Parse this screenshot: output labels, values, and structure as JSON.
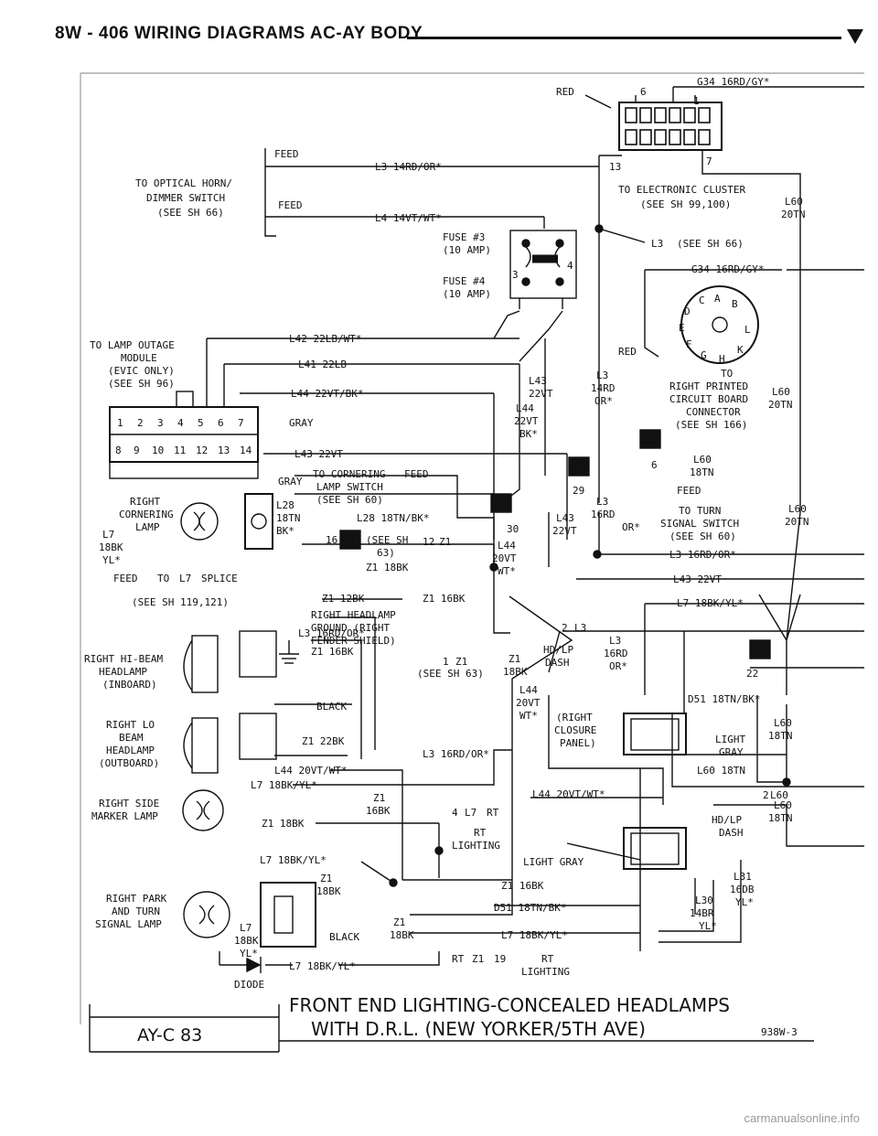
{
  "header": {
    "title": "8W - 406   WIRING DIAGRAMS AC-AY BODY"
  },
  "labels": {
    "g34_top": "G34 16RD/GY*",
    "red_top": "RED",
    "pin6": "6",
    "pin1": "1",
    "pin13": "13",
    "pin7": "7",
    "feed1": "FEED",
    "l3_wire": "L3 14RD/OR*",
    "feed2": "FEED",
    "l4_wire": "L4 14VT/WT*",
    "optical1": "TO OPTICAL HORN/",
    "optical2": "DIMMER SWITCH",
    "optical3": "(SEE SH 66)",
    "elec1": "TO ELECTRONIC CLUSTER",
    "elec2": "(SEE SH 99,100)",
    "l60a": "L60",
    "l60a2": "20TN",
    "fuse3a": "FUSE #3",
    "fuse3b": "(10 AMP)",
    "fuse4a": "FUSE #4",
    "fuse4b": "(10 AMP)",
    "f3": "3",
    "f4": "4",
    "l3see": "(SEE SH 66)",
    "l3tag": "L3",
    "g34_mid": "G34 16RD/GY*",
    "lamp1": "TO LAMP OUTAGE",
    "lamp2": "MODULE",
    "lamp3": "(EVIC ONLY)",
    "lamp4": "(SEE SH 96)",
    "l42": "L42 22LB/WT*",
    "l41": "L41 22LB",
    "l44a": "L44 22VT/BK*",
    "gray1": "GRAY",
    "l43": "L43 22VT",
    "red_mid": "RED",
    "l43b1": "L43",
    "l43b2": "22VT",
    "l3b1": "L3",
    "l3b2": "14RD",
    "l3b3": "OR*",
    "l44b1": "L44",
    "l44b2": "22VT",
    "l44b3": "BK*",
    "rp1": "TO",
    "rp2": "RIGHT PRINTED",
    "rp3": "CIRCUIT BOARD",
    "rp4": "CONNECTOR",
    "rp5": "(SEE SH 166)",
    "l60b": "L60",
    "l60b2": "20TN",
    "pins_top": [
      "1",
      "2",
      "3",
      "4",
      "5",
      "6",
      "7"
    ],
    "pins_bot": [
      "8",
      "9",
      "10",
      "11",
      "12",
      "13",
      "14"
    ],
    "corn1": "TO CORNERING",
    "corn2": "LAMP SWITCH",
    "corn3": "(SEE SH 60)",
    "feed3": "FEED",
    "gray2": "GRAY",
    "l28a": "L28",
    "l28b": "18TN",
    "l28c": "BK*",
    "l28w": "L28 18TN/BK*",
    "sh12a": "16",
    "sh12b": "(SEE SH",
    "sh12c": "63)",
    "z1_18bk": "Z1 18BK",
    "rc1": "RIGHT",
    "rc2": "CORNERING",
    "rc3": "LAMP",
    "l7a": "L7",
    "l7b": "18BK",
    "l7c": "YL*",
    "feed4": "FEED",
    "to": "TO",
    "splice": "SPLICE",
    "see119": "(SEE SH 119,121)",
    "pin29": "29",
    "pin30": "30",
    "pin6b": "6",
    "l60c": "L60",
    "l60c2": "18TN",
    "feed5": "FEED",
    "turn1": "TO TURN",
    "turn2": "SIGNAL SWITCH",
    "turn3": "(SEE SH 60)",
    "l60d": "L60",
    "l60d2": "20TN",
    "l3c1": "L3",
    "l3c2": "16RD",
    "l3c3": "OR*",
    "l43c1": "L43",
    "l43c2": "22VT",
    "l44c1": "L44",
    "l44c2": "20VT",
    "l44c3": "WT*",
    "l3_16": "L3 16RD/OR*",
    "l43_22": "L43 22VT",
    "l7_18": "L7 18BK/YL*",
    "z1_12bk": "Z1 12BK",
    "z1_16bk": "Z1 16BK",
    "gnd1": "RIGHT HEADLAMP",
    "gnd2": "GROUND (RIGHT",
    "gnd3": "FENDER SHIELD)",
    "hd1": "HD/LP",
    "hd2": "DASH",
    "l3d1": "L3",
    "l3d2": "16RD",
    "l3d3": "OR*",
    "z1b1": "Z1",
    "z1b2": "18BK",
    "see63": "(SEE SH 63)",
    "pin22": "22",
    "hb1": "RIGHT HI-BEAM",
    "hb2": "HEADLAMP",
    "hb3": "(INBOARD)",
    "l3_16b": "L3 16RD/OR*",
    "z1_16bk2": "Z1 16BK",
    "black1": "BLACK",
    "lo1": "RIGHT LO",
    "lo2": "BEAM",
    "lo3": "HEADLAMP",
    "lo4": "(OUTBOARD)",
    "z1_22bk": "Z1 22BK",
    "l44_20": "L44 20VT/WT*",
    "l3_16c": "L3 16RD/OR*",
    "l44d1": "L44",
    "l44d2": "20VT",
    "l44d3": "WT*",
    "rcp1": "(RIGHT",
    "rcp2": "CLOSURE",
    "rcp3": "PANEL)",
    "d51": "D51 18TN/BK*",
    "light": "LIGHT",
    "gray3": "GRAY",
    "l60e": "L60",
    "l60e2": "18TN",
    "l60_18": "L60 18TN",
    "l7_18b": "L7 18BK/YL*",
    "l44_20b": "L44 20VT/WT*",
    "sm1": "RIGHT SIDE",
    "sm2": "MARKER LAMP",
    "z1_18bk2": "Z1 18BK",
    "z1c1": "Z1",
    "z1c2": "16BK",
    "rt1": "RT",
    "rt2": "LIGHTING",
    "hd3": "HD/LP",
    "hd4": "DASH",
    "l60f": "L60",
    "l60f2": "18TN",
    "l7_18c": "L7 18BK/YL*",
    "z1d1": "Z1",
    "z1d2": "18BK",
    "lightgray": "LIGHT GRAY",
    "z1_16bk3": "Z1 16BK",
    "d51b": "D51 18TN/BK*",
    "l7_18d": "L7 18BK/YL*",
    "pt1": "RIGHT PARK",
    "pt2": "AND TURN",
    "pt3": "SIGNAL LAMP",
    "black2": "BLACK",
    "z1e1": "Z1",
    "z1e2": "18BK",
    "l7e1": "L7",
    "l7e2": "18BK",
    "l7e3": "YL*",
    "l31a": "L31",
    "l31b": "16DB",
    "l31c": "YL*",
    "l30a": "L30",
    "l30b": "14BR",
    "l30c": "YL*",
    "l7_18e": "L7 18BK/YL*",
    "rt3": "RT",
    "rt4": "LIGHTING",
    "diode": "DIODE",
    "tag_l7": "L7",
    "tag_l3": "L3",
    "tag_l3b": "L3",
    "tag_z1": "Z1",
    "tag_z1b": "Z1",
    "tag_l7b": "L7",
    "tag_l60": "L60",
    "tag_z1c": "Z1",
    "tag_12": "12",
    "tag_2": "2",
    "tag_1": "1",
    "tag_4": "4",
    "tag_rt": "RT",
    "tag_rt2": "RT",
    "tag_19": "19",
    "tag_2b": "2",
    "loc_ring": [
      "A",
      "B",
      "C",
      "D",
      "E",
      "F",
      "G",
      "H",
      "K",
      "L"
    ]
  },
  "footer": {
    "title1": "FRONT END LIGHTING-CONCEALED HEADLAMPS",
    "title2": "WITH D.R.L. (NEW YORKER/5TH AVE)",
    "code": "938W-3",
    "box": "AY-C 83"
  },
  "watermark": "carmanualsonline.info"
}
